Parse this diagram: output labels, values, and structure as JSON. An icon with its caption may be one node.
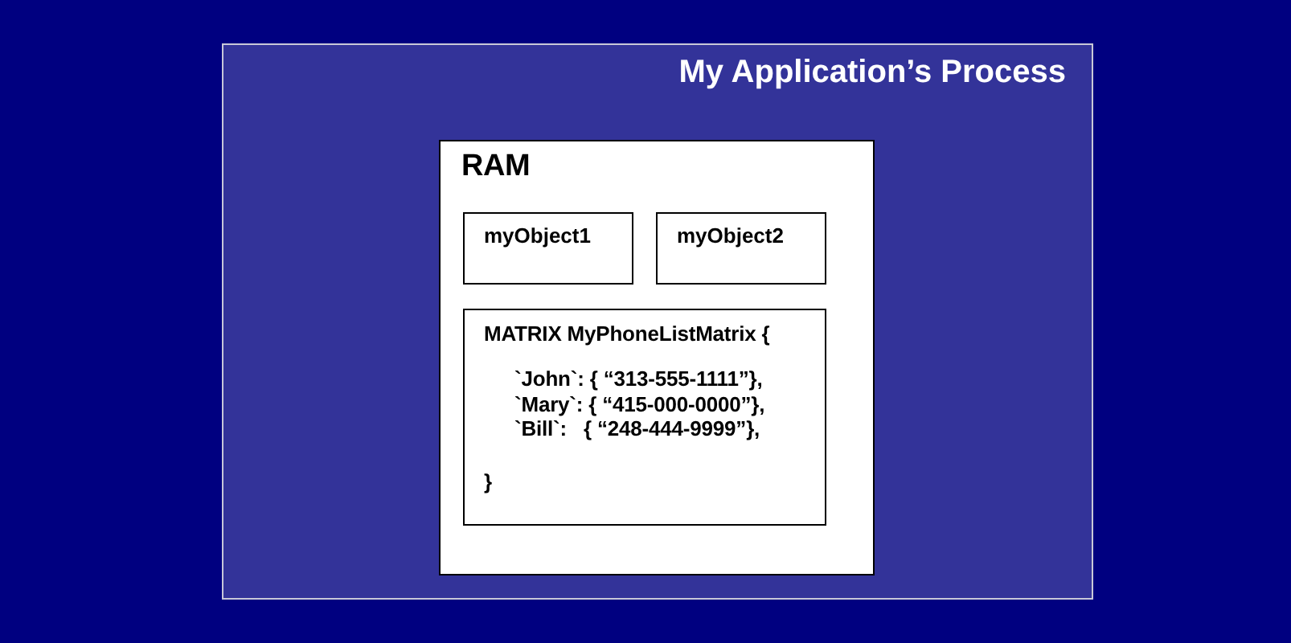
{
  "diagram": {
    "nodes": [
      {
        "text": [
          "My Application’s Process"
        ]
      },
      {
        "text": [
          "RAM"
        ],
        "in": 0
      },
      {
        "text": [
          "myObject1"
        ],
        "in": 1
      },
      {
        "text": [
          "myObject2"
        ],
        "in": 1
      },
      {
        "text": [
          "MATRIX MyPhoneListMatrix {",
          "`John`: { “313-555-1111”},",
          "`Mary`: { “415-000-0000”},",
          "`Bill`:   { “248-444-9999”},",
          "}"
        ],
        "in": 1
      }
    ]
  }
}
